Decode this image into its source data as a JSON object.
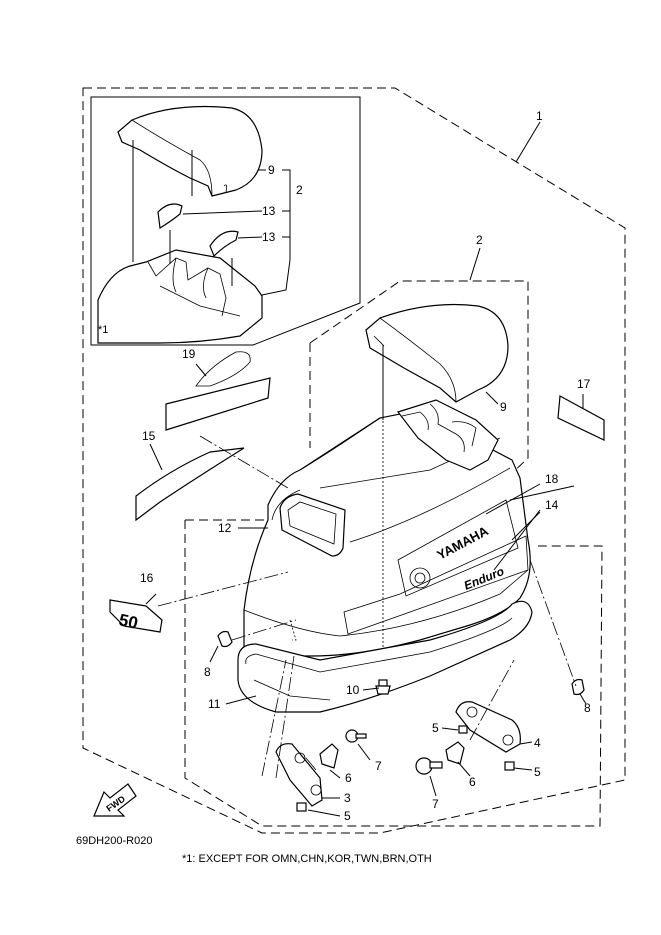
{
  "callouts": {
    "c1": "1",
    "c2_inset": "2",
    "c2_main": "2",
    "c3": "3",
    "c4": "4",
    "c5_a": "5",
    "c5_b": "5",
    "c5_c": "5",
    "c6_a": "6",
    "c6_b": "6",
    "c7_a": "7",
    "c7_b": "7",
    "c8_a": "8",
    "c8_b": "8",
    "c9_inset": "9",
    "c9_main": "9",
    "c10": "10",
    "c11": "11",
    "c12": "12",
    "c13_a": "13",
    "c13_b": "13",
    "c14": "14",
    "c15": "15",
    "c16": "16",
    "c17": "17",
    "c18": "18",
    "c19": "19"
  },
  "inset_note": "*1",
  "decal_text": {
    "brand": "YAMAHA",
    "model_badge": "Enduro",
    "hp_badge": "50",
    "fwd_arrow": "FWD"
  },
  "diagram_code": "69DH200-R020",
  "footnote": "*1: EXCEPT FOR OMN,CHN,KOR,TWN,BRN,OTH",
  "icons": [
    "fwd-arrow-icon"
  ]
}
